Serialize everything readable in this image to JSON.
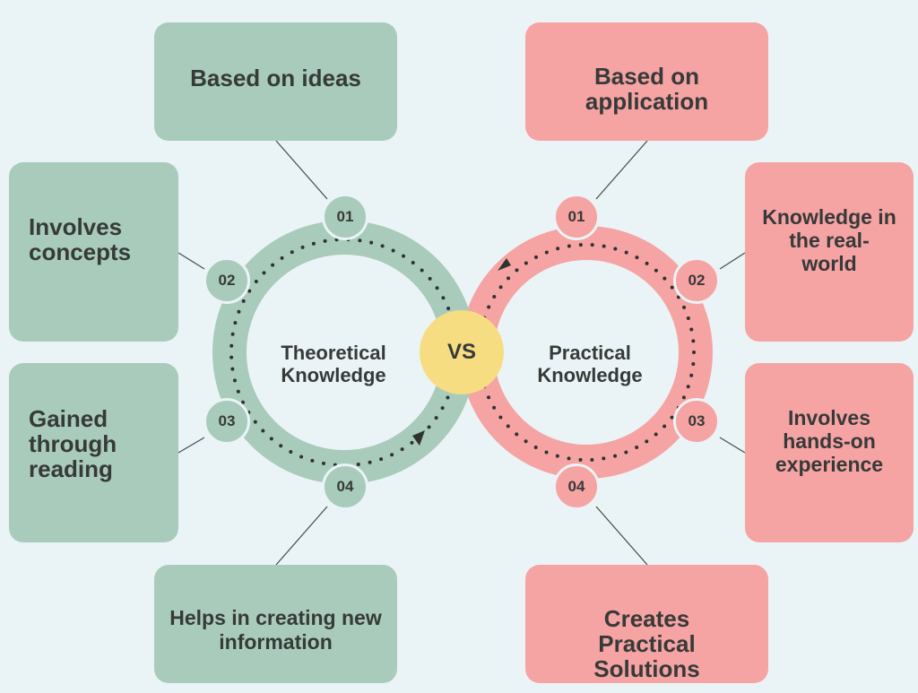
{
  "colors": {
    "background": "#eaf4f6",
    "theoretical": "#a8cbbb",
    "practical": "#f6a3a3",
    "vs": "#f6dd82",
    "text": "#363a38"
  },
  "theoretical": {
    "title": "Theoretical Knowledge",
    "title_lines": [
      "Theoretical",
      "Knowledge"
    ],
    "items": [
      {
        "number": "01",
        "text": "Based on ideas"
      },
      {
        "number": "02",
        "text": "Involves concepts"
      },
      {
        "number": "03",
        "text": "Gained through reading"
      },
      {
        "number": "04",
        "text": "Helps in creating new information"
      }
    ]
  },
  "vs_label": "VS",
  "practical": {
    "title": "Practical Knowledge",
    "title_lines": [
      "Practical",
      "Knowledge"
    ],
    "items": [
      {
        "number": "01",
        "text": "Based on application"
      },
      {
        "number": "02",
        "text": "Knowledge in the real-world"
      },
      {
        "number": "03",
        "text": "Involves hands-on experience"
      },
      {
        "number": "04",
        "text": "Creates Practical Solutions"
      }
    ]
  }
}
